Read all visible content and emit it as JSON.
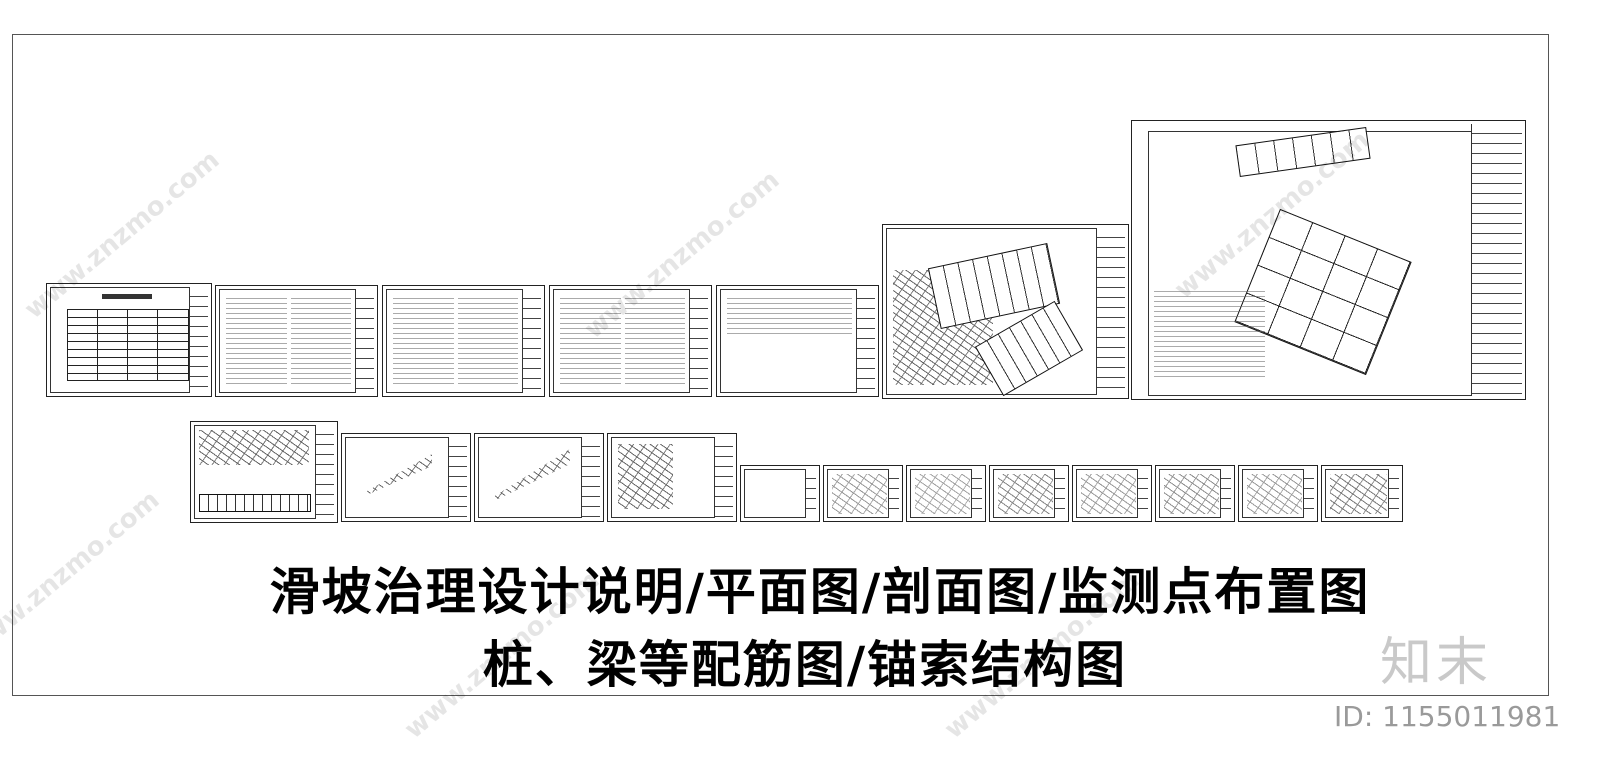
{
  "captions": {
    "line1": "滑坡治理设计说明/平面图/剖面图/监测点布置图",
    "line2": "桩、梁等配筋图/锚索结构图"
  },
  "brand": {
    "logo_text": "知末",
    "id_text": "ID: 1155011981",
    "watermark_text": "www.znzmo.com"
  },
  "colors": {
    "line": "#222222",
    "background": "#ffffff",
    "watermark": "#cccccc"
  }
}
